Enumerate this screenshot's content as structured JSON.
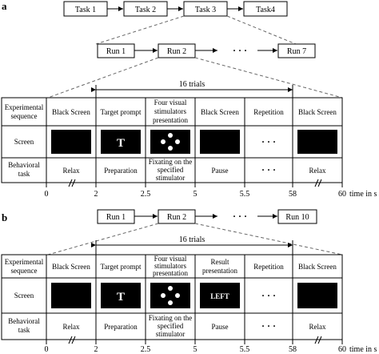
{
  "panel_a": {
    "label": "a",
    "tasks": [
      "Task 1",
      "Task 2",
      "Task 3",
      "Task4"
    ],
    "runs": [
      "Run 1",
      "Run 2",
      "Run 7"
    ],
    "ellipsis": "· · ·",
    "trials_label": "16 trials",
    "row_headers": {
      "sequence": [
        "Experimental",
        "sequence"
      ],
      "screen": "Screen",
      "behavior": [
        "Behavioral",
        "task"
      ]
    },
    "columns": [
      {
        "sequence": [
          "Black Screen"
        ],
        "screen": "black",
        "behavior": [
          "Relax"
        ]
      },
      {
        "sequence": [
          "Target prompt"
        ],
        "screen": "T",
        "behavior": [
          "Preparation"
        ]
      },
      {
        "sequence": [
          "Four visual",
          "stimulators",
          "presentation"
        ],
        "screen": "dots",
        "behavior": [
          "Fixating on the",
          "specified",
          "stimulator"
        ]
      },
      {
        "sequence": [
          "Black Screen"
        ],
        "screen": "black",
        "behavior": [
          "Pause"
        ]
      },
      {
        "sequence": [
          "Repetition"
        ],
        "screen": "ellipsis",
        "behavior": [
          "· · ·"
        ]
      },
      {
        "sequence": [
          "Black Screen"
        ],
        "screen": "black",
        "behavior": [
          "Relax"
        ]
      }
    ],
    "timeline_ticks": [
      "0",
      "2",
      "2.5",
      "5",
      "5.5",
      "58",
      "60"
    ],
    "timeline_unit": "time in s"
  },
  "panel_b": {
    "label": "b",
    "runs": [
      "Run 1",
      "Run 2",
      "Run 10"
    ],
    "ellipsis": "· · ·",
    "trials_label": "16 trials",
    "row_headers": {
      "sequence": [
        "Experimental",
        "sequence"
      ],
      "screen": "Screen",
      "behavior": [
        "Behavioral",
        "task"
      ]
    },
    "columns": [
      {
        "sequence": [
          "Black Screen"
        ],
        "screen": "black",
        "behavior": [
          "Relax"
        ]
      },
      {
        "sequence": [
          "Target prompt"
        ],
        "screen": "T",
        "behavior": [
          "Preparation"
        ]
      },
      {
        "sequence": [
          "Four visual",
          "stimulators",
          "presentation"
        ],
        "screen": "dots",
        "behavior": [
          "Fixating on the",
          "specified",
          "stimulator"
        ]
      },
      {
        "sequence": [
          "Result",
          "presentation"
        ],
        "screen": "LEFT",
        "behavior": [
          "Pause"
        ]
      },
      {
        "sequence": [
          "Repetition"
        ],
        "screen": "ellipsis",
        "behavior": [
          "· · ·"
        ]
      },
      {
        "sequence": [
          "Black Screen"
        ],
        "screen": "black",
        "behavior": [
          "Relax"
        ]
      }
    ],
    "timeline_ticks": [
      "0",
      "2",
      "2.5",
      "5",
      "5.5",
      "58",
      "60"
    ],
    "timeline_unit": "time in s"
  },
  "colors": {
    "line": "#000000",
    "screen_fill": "#000000",
    "screen_text": "#ffffff",
    "dash": "#666666"
  }
}
